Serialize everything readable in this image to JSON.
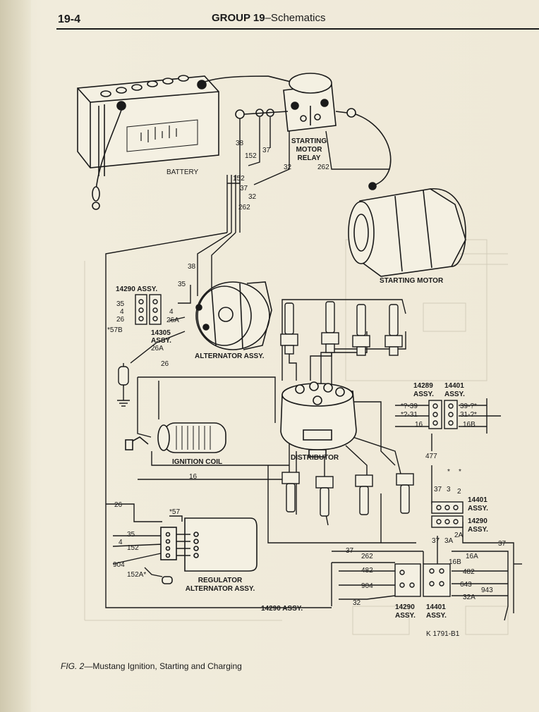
{
  "header": {
    "page_number": "19-4",
    "group_label": "GROUP 19",
    "group_title": "–Schematics"
  },
  "caption": {
    "fig": "FIG. 2",
    "text": "—Mustang Ignition, Starting and Charging"
  },
  "components": {
    "battery": "BATTERY",
    "starting_motor_relay": [
      "STARTING",
      "MOTOR",
      "RELAY"
    ],
    "starting_motor": "STARTING MOTOR",
    "alternator": "ALTERNATOR ASSY.",
    "ignition_coil": "IGNITION COIL",
    "distributor": "DISTRIBUTOR",
    "regulator": [
      "REGULATOR",
      "ALTERNATOR ASSY."
    ]
  },
  "connectors": {
    "c14290_top": "14290 ASSY.",
    "c14305": [
      "14305",
      "ASSY."
    ],
    "c14289": [
      "14289",
      "ASSY."
    ],
    "c14401_top": [
      "14401",
      "ASSY."
    ],
    "c14401_mid": [
      "14401",
      "ASSY."
    ],
    "c14290_mid": [
      "14290",
      "ASSY."
    ],
    "c14290_bottom_label": "14290 ASSY.",
    "c14290_bot": [
      "14290",
      "ASSY."
    ],
    "c14401_bot": [
      "14401",
      "ASSY."
    ]
  },
  "circuits": {
    "relay_left": [
      "38",
      "152",
      "37",
      "32"
    ],
    "relay_right": "262",
    "harness": [
      "152",
      "37",
      "32",
      "262"
    ],
    "alt_38": "38",
    "alt_35": "35",
    "conn_left": [
      "35",
      "4",
      "26",
      "*57B"
    ],
    "conn_right": [
      "4",
      "26A"
    ],
    "alt_26a": "26A",
    "alt_26": "26",
    "coil_16": "16",
    "reg_26": "26",
    "reg_57": "*57",
    "reg_left": [
      "35",
      "4",
      "152"
    ],
    "reg_904": "904",
    "reg_152a": "152A*",
    "c14289_left": [
      "*?-39",
      "*?-31",
      "16"
    ],
    "c14401_right": [
      "39-?*",
      "31-?*",
      "16B"
    ],
    "wire_477": "477",
    "mid_top": [
      "37",
      "3",
      "2"
    ],
    "mid_bottom": [
      "37",
      "3A",
      "2A"
    ],
    "wire_37_right": "37",
    "bottom_left": [
      "37",
      "262",
      "482",
      "904",
      "32"
    ],
    "bottom_right": [
      "16B",
      "16A",
      "482",
      "643",
      "943",
      "32A"
    ],
    "star_marks": [
      "*",
      "*"
    ]
  },
  "figure_code": "K 1791-B1"
}
